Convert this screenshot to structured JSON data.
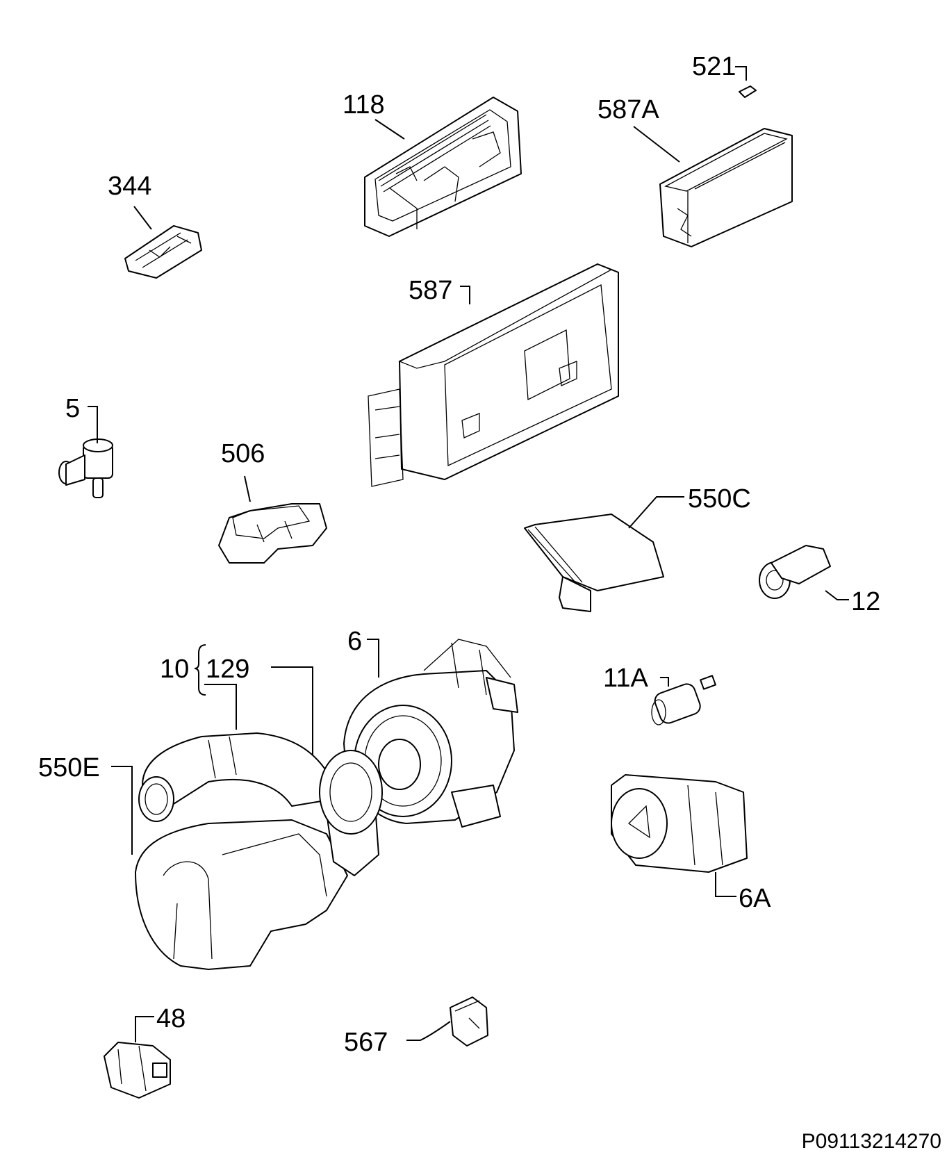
{
  "diagram": {
    "labels": [
      "118",
      "587A",
      "521",
      "344",
      "587",
      "5",
      "506",
      "550C",
      "12",
      "6",
      "10",
      "129",
      "11A",
      "550E",
      "6A",
      "48",
      "567"
    ],
    "code": "P09113214270"
  }
}
